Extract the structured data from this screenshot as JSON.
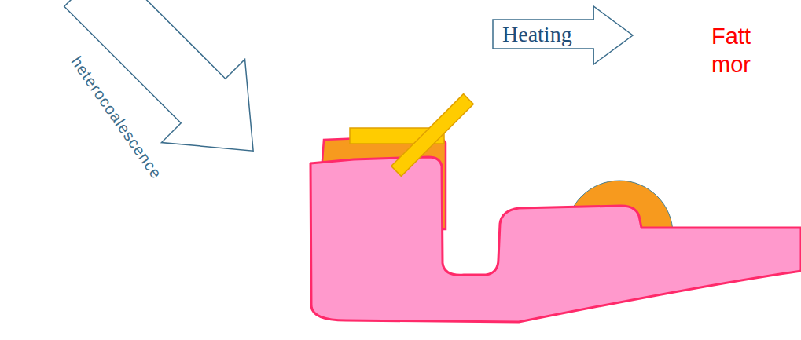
{
  "diagram": {
    "nodes": [
      {
        "text": [
          "Heating"
        ]
      }
    ],
    "labels": [
      "heterocoalescence",
      "Fatt mor"
    ]
  }
}
